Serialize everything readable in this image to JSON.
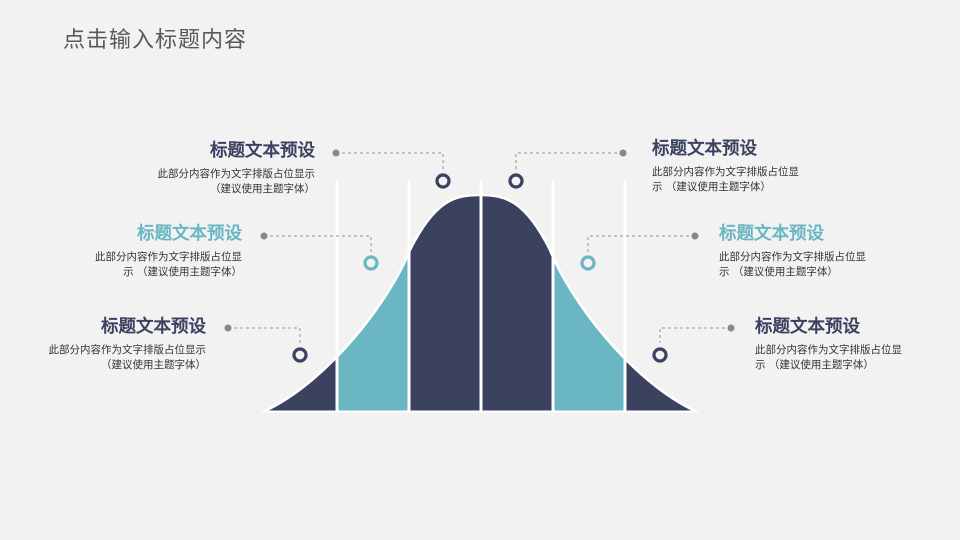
{
  "slide": {
    "title": "点击输入标题内容"
  },
  "colors": {
    "dark": "#3a4260",
    "teal": "#6ab7c3",
    "marker": "#7f8c88"
  },
  "items": [
    {
      "heading": "标题文本预设",
      "desc": "此部分内容作为文字排版占位显示 （建议使用主题字体）",
      "accent": "dark"
    },
    {
      "heading": "标题文本预设",
      "desc": "此部分内容作为文字排版占位显示 （建议使用主题字体）",
      "accent": "teal"
    },
    {
      "heading": "标题文本预设",
      "desc": "此部分内容作为文字排版占位显示 （建议使用主题字体）",
      "accent": "dark"
    },
    {
      "heading": "标题文本预设",
      "desc": "此部分内容作为文字排版占位显示 （建议使用主题字体）",
      "accent": "dark"
    },
    {
      "heading": "标题文本预设",
      "desc": "此部分内容作为文字排版占位显示 （建议使用主题字体）",
      "accent": "teal"
    },
    {
      "heading": "标题文本预设",
      "desc": "此部分内容作为文字排版占位显示 （建议使用主题字体）",
      "accent": "dark"
    }
  ],
  "segments": [
    "dark",
    "teal",
    "dark",
    "dark",
    "teal",
    "dark"
  ]
}
